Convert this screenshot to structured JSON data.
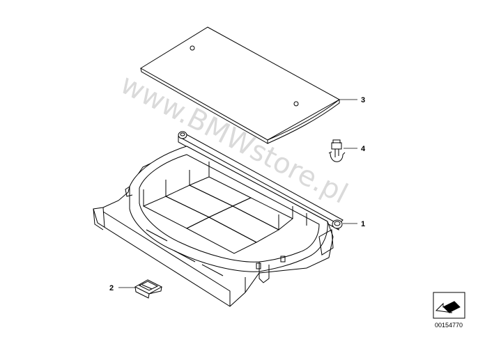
{
  "watermark": "www.BMWstore.pl",
  "callouts": [
    {
      "id": "1",
      "part": "storage-tray"
    },
    {
      "id": "2",
      "part": "clip"
    },
    {
      "id": "3",
      "part": "cover-panel"
    },
    {
      "id": "4",
      "part": "hook"
    }
  ],
  "diagram_number": "00154770",
  "icon": "arrow-symbol-icon"
}
